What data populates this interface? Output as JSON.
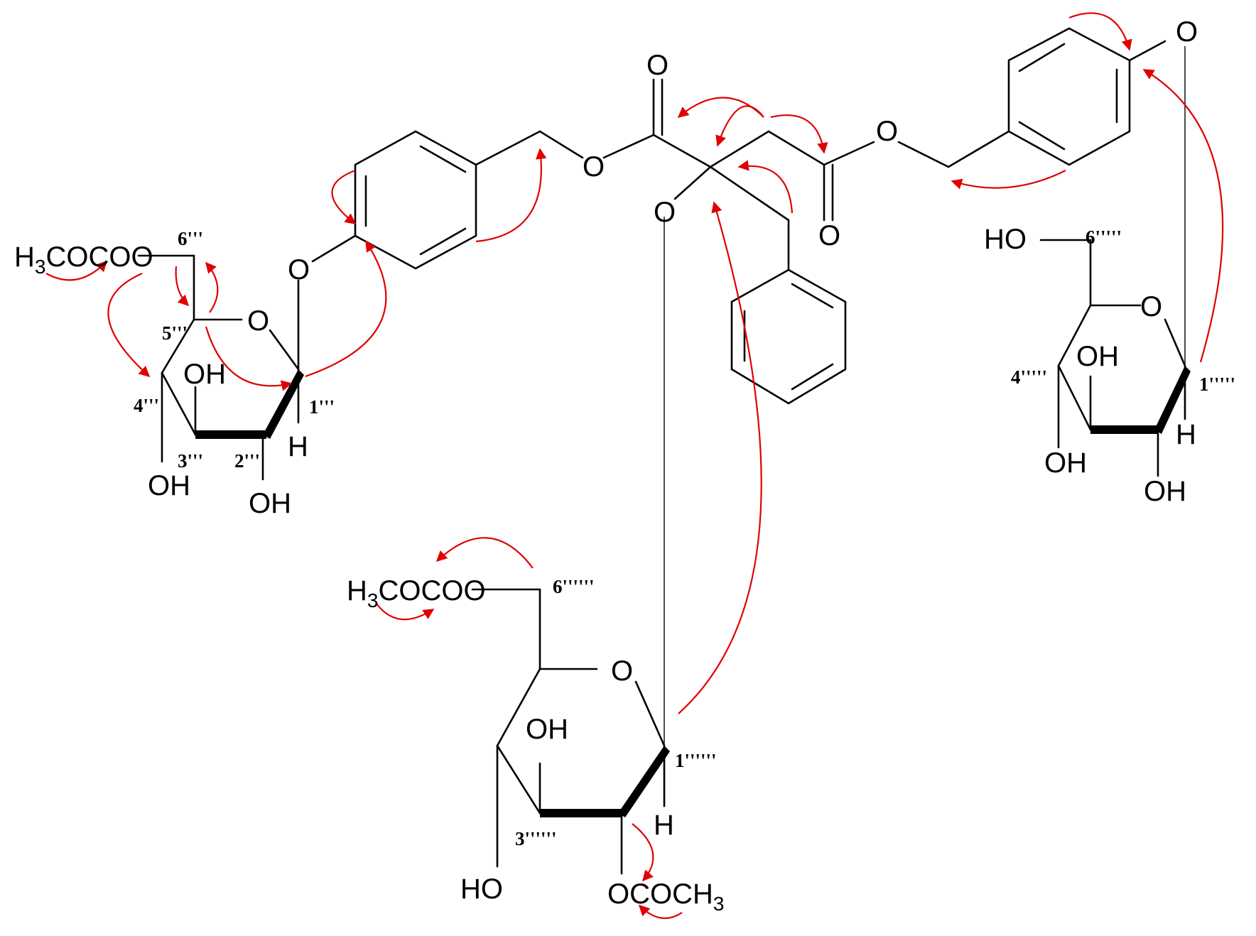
{
  "colors": {
    "bond": "#000000",
    "hmbc_arrow": "#e00000",
    "background": "#ffffff"
  },
  "labels": {
    "o": "O",
    "oh": "OH",
    "ho": "HO",
    "h": "H",
    "h3": "H",
    "sub3": "3",
    "acetoxy_left": "COCO",
    "acetoxy_right_pre": "OCOCH",
    "ho_glc2": "HO"
  },
  "locants": {
    "c6_glc1": "6'''",
    "c5_glc1": "5'''",
    "c4_glc1": "4'''",
    "c3_glc1": "3'''",
    "c2_glc1": "2'''",
    "c1_glc1": "1'''",
    "c6_glc2": "6'''''",
    "c4_glc2": "4'''''",
    "c1_glc2": "1'''''",
    "c6_glc3": "6''''''",
    "c1_glc3": "1''''''",
    "c3_glc3": "3''''''"
  }
}
